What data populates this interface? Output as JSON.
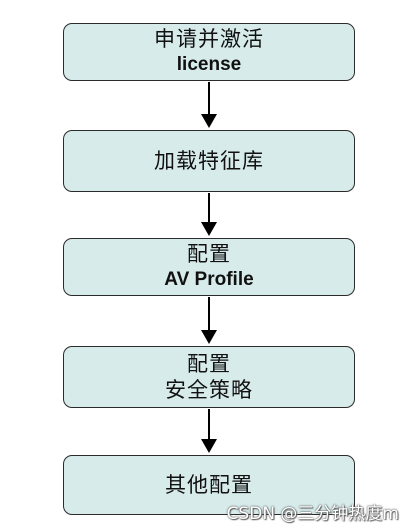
{
  "steps": [
    {
      "line1": "申请并激活",
      "line2": "license"
    },
    {
      "line1": "加载特征库"
    },
    {
      "line1": "配置",
      "line2": "AV Profile"
    },
    {
      "line1": "配置",
      "line2": "安全策略"
    },
    {
      "line1": "其他配置"
    }
  ],
  "watermark": "CSDN @三分钟热度m",
  "colors": {
    "box_fill": "#d7ebeb",
    "box_border": "#2b2b2b",
    "arrow": "#000000"
  }
}
